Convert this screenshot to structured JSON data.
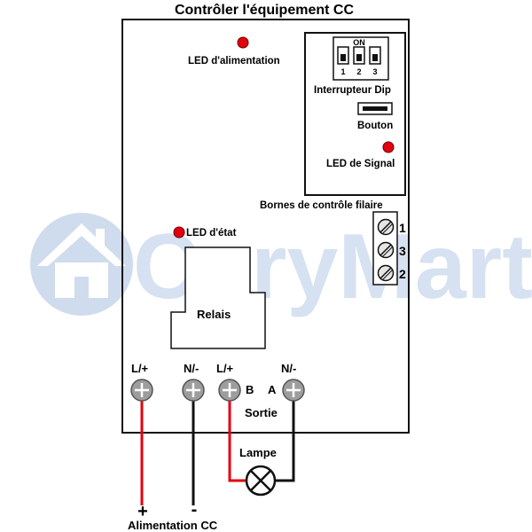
{
  "title": "Contrôler l'équipement CC",
  "watermark": "CaryMart",
  "labels": {
    "power_led": "LED d'alimentation",
    "dip_switch": "Interrupteur Dip",
    "dip_on": "ON",
    "dip_1": "1",
    "dip_2": "2",
    "dip_3": "3",
    "button": "Bouton",
    "signal_led": "LED de Signal",
    "wired_terminals": "Bornes de contrôle filaire",
    "status_led": "LED d'état",
    "relay": "Relais",
    "output": "Sortie",
    "lamp": "Lampe",
    "power_supply": "Alimentation CC",
    "plus_sign": "+",
    "minus_sign": "-"
  },
  "control_terminals": [
    "1",
    "3",
    "2"
  ],
  "output_terminals": [
    {
      "top_label": "L/+",
      "side_label": ""
    },
    {
      "top_label": "N/-",
      "side_label": ""
    },
    {
      "top_label": "L/+",
      "side_label": "B"
    },
    {
      "top_label": "N/-",
      "side_label": "A"
    }
  ],
  "colors": {
    "led": "#e3000f",
    "wire_positive": "#e3000f",
    "wire_negative": "#111111",
    "terminal": "#9d9d9d",
    "watermark": "#c7d6ec"
  }
}
